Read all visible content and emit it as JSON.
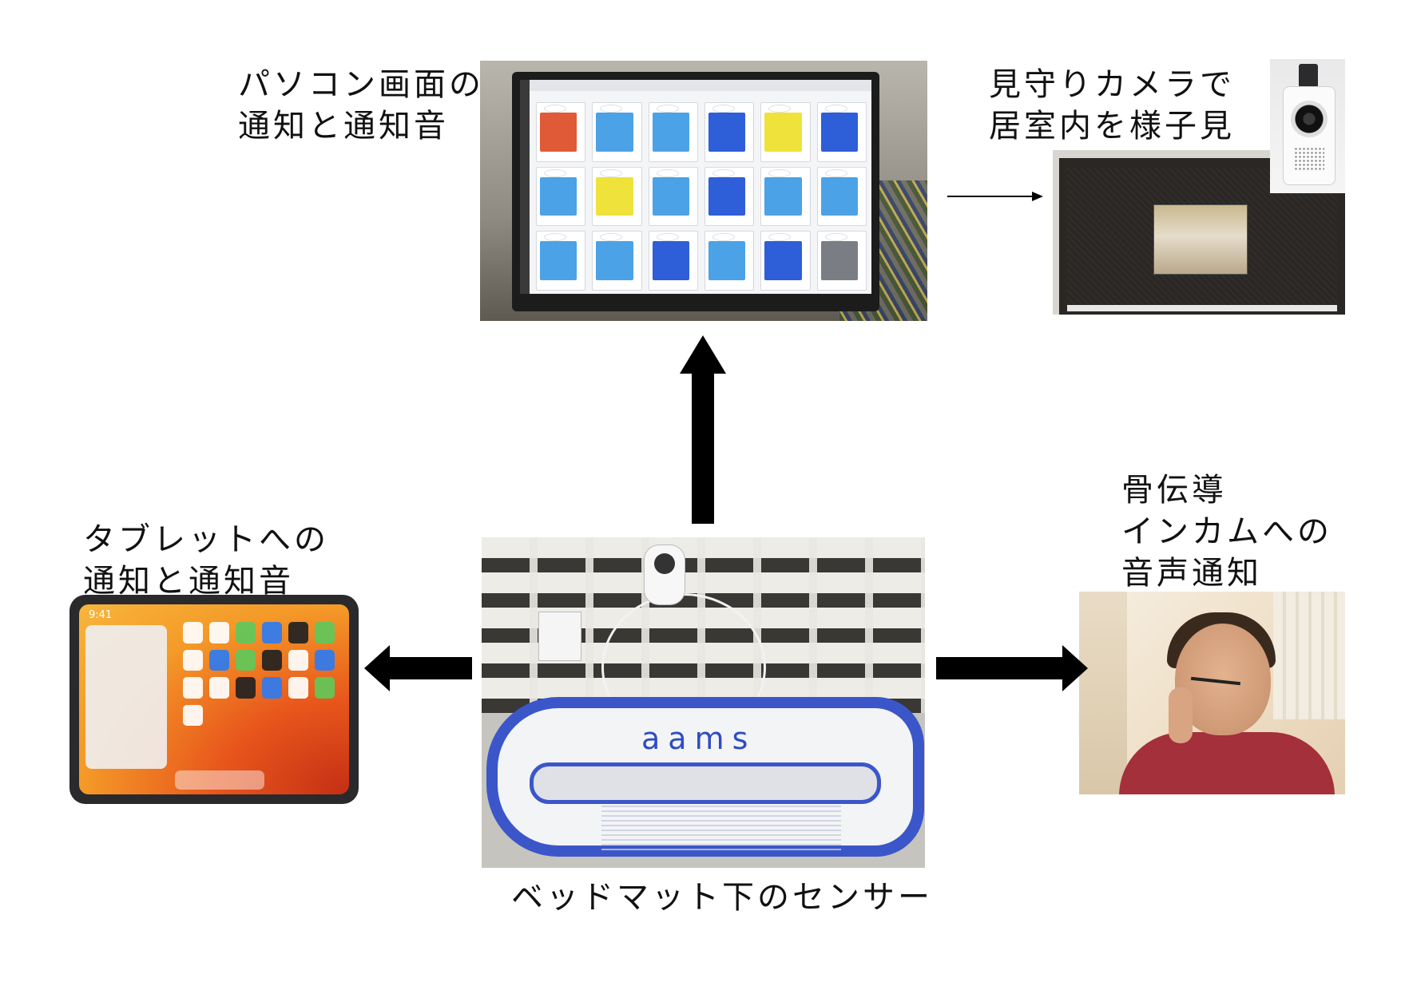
{
  "captions": {
    "pc": [
      "パソコン画面の",
      "通知と通知音"
    ],
    "camera": [
      "見守りカメラで",
      "居室内を様子見"
    ],
    "tablet": [
      "タブレットへの",
      "通知と通知音"
    ],
    "headset": [
      "骨伝導",
      "インカムへの",
      "音声通知"
    ],
    "sensor": "ベッドマット下のセンサー"
  },
  "sensor_brand": "aams",
  "tablet_time": "9:41",
  "colors": {
    "arrow": "#000000",
    "pad_blue": "#3b56c9",
    "tile_blue": "#2e5ed8",
    "tile_light_blue": "#4ba2e6",
    "tile_yellow": "#efe23a",
    "tile_red": "#e05a38"
  }
}
